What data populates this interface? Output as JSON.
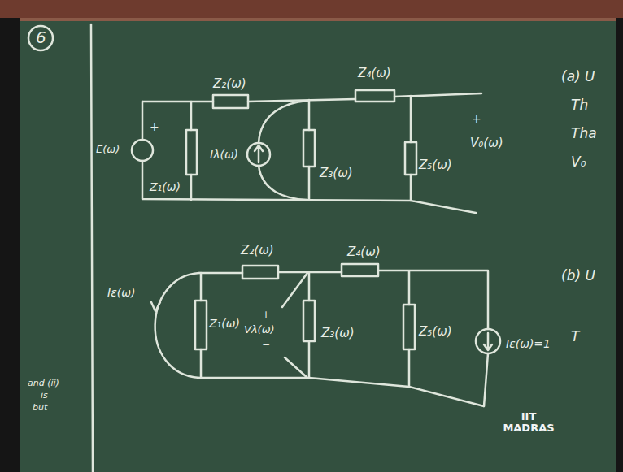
{
  "diagram": {
    "labels": [
      "6",
      "Z₂(ω)",
      "Z₄(ω)",
      "+",
      "E(ω)",
      "Z₁(ω)",
      "Iλ(ω)",
      "Z₃(ω)",
      "Z₅(ω)",
      "+",
      "V₀(ω)",
      "(a) U",
      "Th",
      "Tha",
      "V₀",
      "Z₂(ω)",
      "Z₄(ω)",
      "Iε(ω)",
      "Z₁(ω)",
      "+",
      "Vλ(ω)",
      "−",
      "Z₃(ω)",
      "Z₅(ω)",
      "Iε(ω)=1",
      "(b) U",
      "T",
      "and (ii)",
      "is",
      "but",
      "IIT MADRAS"
    ]
  }
}
